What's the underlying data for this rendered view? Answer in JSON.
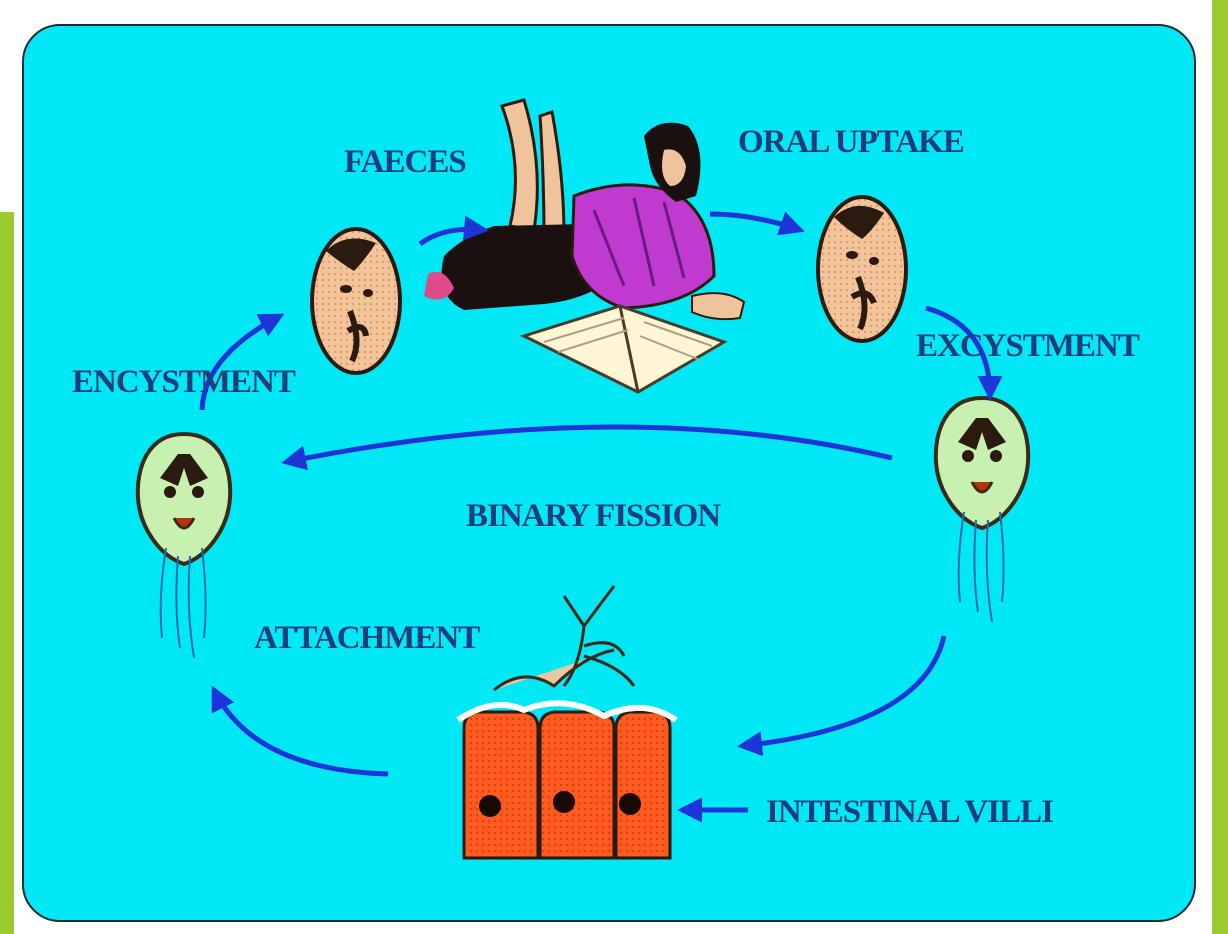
{
  "diagram": {
    "labels": {
      "faeces": "FAECES",
      "oral_uptake": "ORAL UPTAKE",
      "excystment": "EXCYSTMENT",
      "encystment": "ENCYSTMENT",
      "binary_fission": "BINARY FISSION",
      "attachment": "ATTACHMENT",
      "intestinal_villi": "INTESTINAL VILLI"
    },
    "icons": [
      "cyst-icon",
      "trophozoite-icon",
      "reclining-person-icon",
      "open-book-icon",
      "intestinal-villi-icon"
    ],
    "colors": {
      "background": "#00e8f6",
      "arrow": "#1d35d8",
      "label_text": "#1b3d7a",
      "accent_bar": "#9ccb2f",
      "villi": "#ff5a1f",
      "cyst": "#f3c49a",
      "trophozoite": "#c8f0b0"
    }
  }
}
